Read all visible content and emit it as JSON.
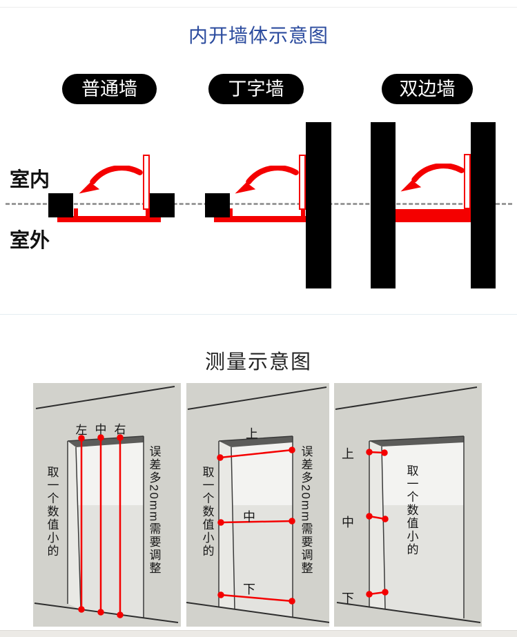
{
  "section_walls": {
    "title": "内开墙体示意图",
    "indoor_label": "室内",
    "outdoor_label": "室外",
    "wall_types": [
      {
        "label": "普通墙"
      },
      {
        "label": "丁字墙"
      },
      {
        "label": "双边墙"
      }
    ]
  },
  "section_measure": {
    "title": "测量示意图",
    "note_take_smaller": "取一个数值小的",
    "note_tolerance": "误差多20mm需要调整",
    "panel_width_labels": [
      "左",
      "中",
      "右"
    ],
    "panel_height_labels": [
      "上",
      "中",
      "下"
    ],
    "panel_depth_labels": [
      "上",
      "中",
      "下"
    ]
  },
  "colors": {
    "title_blue": "#2b4b9e",
    "accent_red": "#f40000",
    "wall_black": "#000000",
    "panel_gray": "#d2d2cc",
    "dashed_line_gray": "#999999"
  }
}
